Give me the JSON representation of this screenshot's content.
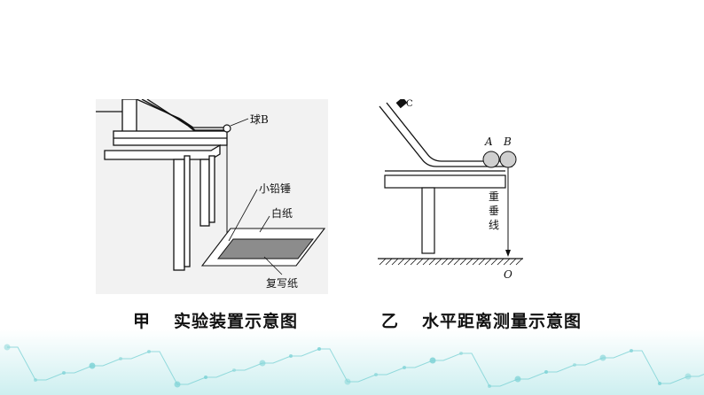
{
  "diagram_jia": {
    "labels": {
      "ball_b": "球B",
      "plumb_bob": "小铅锤",
      "white_paper": "白纸",
      "carbon_paper": "复写纸"
    },
    "caption_tag": "甲",
    "caption": "实验装置示意图"
  },
  "diagram_yi": {
    "labels": {
      "c": "C",
      "ball_a": "A",
      "ball_b": "B",
      "plumb_line": "重垂线",
      "origin": "O"
    },
    "caption_tag": "乙",
    "caption": "水平距离测量示意图"
  },
  "colors": {
    "panel_bg": "#f2f2f2",
    "paper_gray": "#8c8c8c",
    "deco_teal": "#7fd3d6"
  }
}
